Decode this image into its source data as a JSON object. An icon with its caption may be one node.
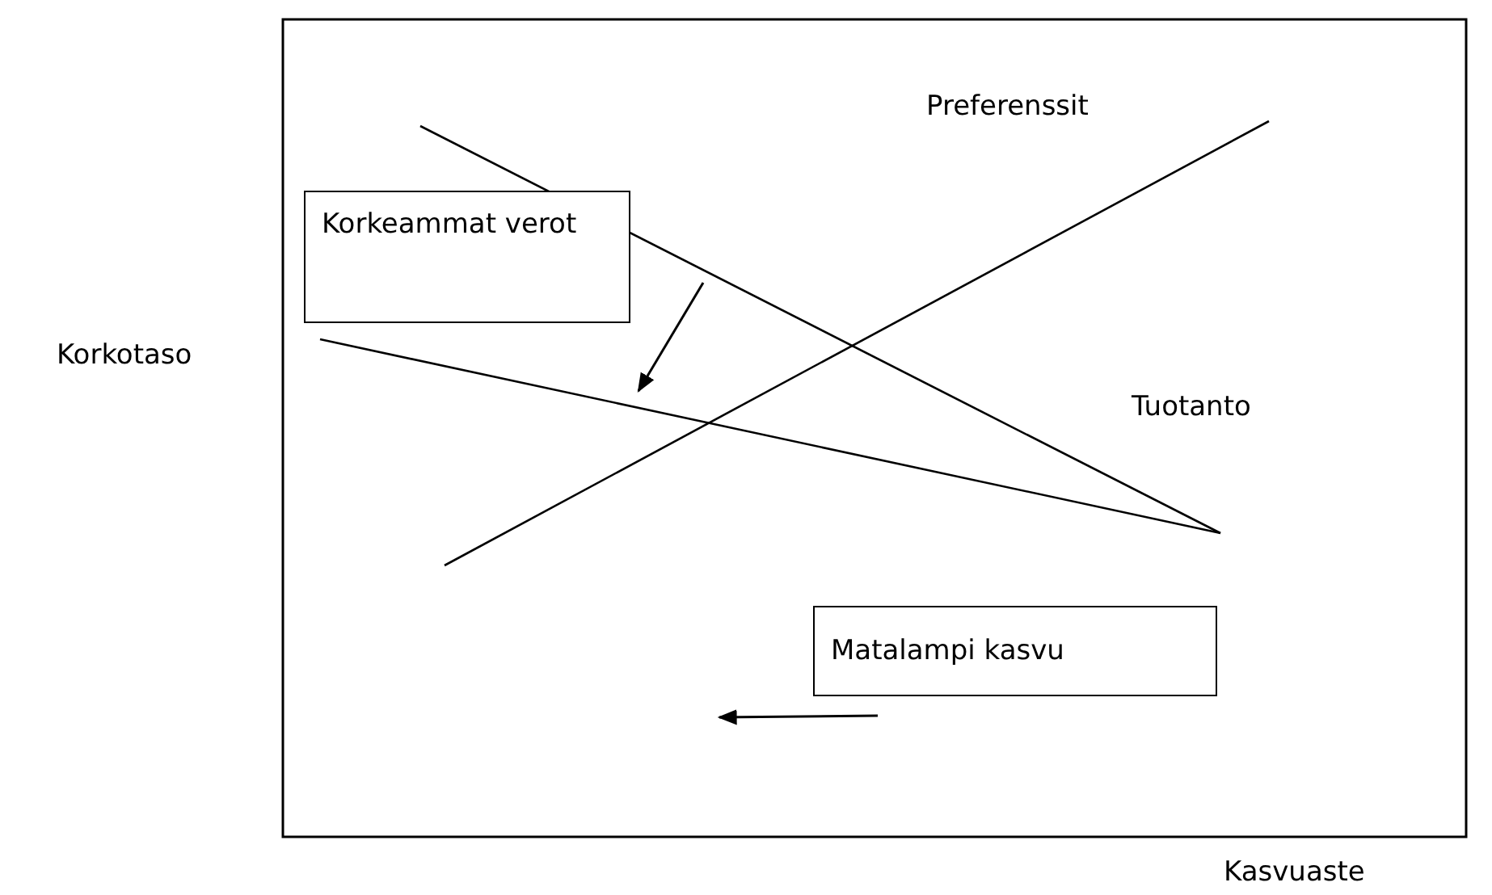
{
  "diagram": {
    "nodes": [
      {
        "text": [
          "Korkeammat verot"
        ]
      },
      {
        "text": [
          "Matalampi kasvu"
        ]
      }
    ],
    "edges": [],
    "labels": [
      "Preferenssit",
      "Korkotaso",
      "Tuotanto",
      "Kasvuaste"
    ]
  }
}
